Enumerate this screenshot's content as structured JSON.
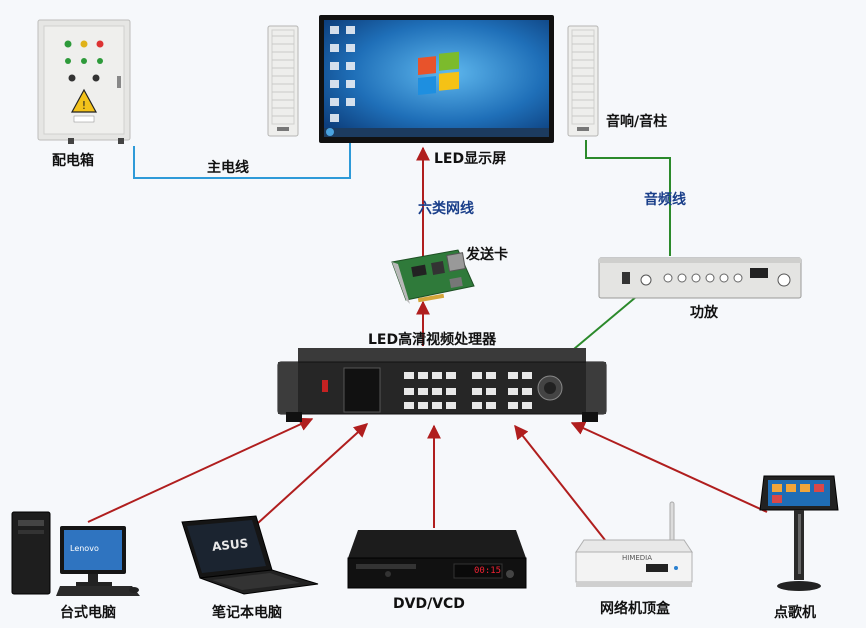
{
  "labels": {
    "distribution_box": "配电箱",
    "main_power_line": "主电线",
    "led_screen": "LED显示屏",
    "speaker": "音响/音柱",
    "cat6_cable": "六类网线",
    "sending_card": "发送卡",
    "audio_line": "音频线",
    "amplifier": "功放",
    "processor": "LED高清视频处理器",
    "desktop_pc": "台式电脑",
    "laptop": "笔记本电脑",
    "dvd_vcd": "DVD/VCD",
    "network_box": "网络机顶盒",
    "karaoke": "点歌机"
  },
  "device_text": {
    "laptop_brand": "ASUS",
    "desktop_brand": "Lenovo",
    "settop_brand": "HIMEDIA",
    "dvd_display": "00:15"
  },
  "colors": {
    "power_line": "#2e9ad8",
    "audio_line": "#2b8a2b",
    "signal_arrow": "#b01e1e"
  }
}
